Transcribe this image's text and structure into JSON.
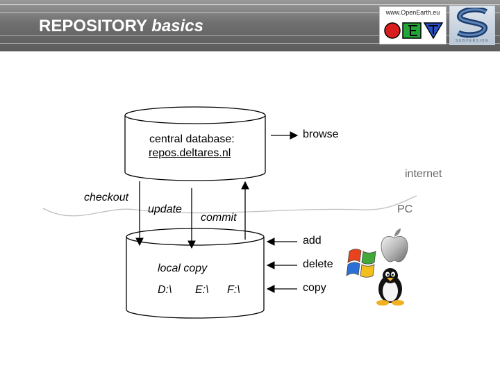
{
  "title": {
    "main": "REPOSITORY",
    "emph": "basics"
  },
  "logos": {
    "openearth_url": "www.OpenEarth.eu",
    "subversion_word": "SUBVERSION"
  },
  "server_db": {
    "line1": "central database:",
    "line2": "repos.deltares.nl"
  },
  "local_db": {
    "title": "local copy",
    "drives": [
      "D:\\",
      "E:\\",
      "F:\\"
    ]
  },
  "arrows": {
    "checkout": "checkout",
    "update": "update",
    "commit": "commit",
    "browse": "browse"
  },
  "zones": {
    "internet": "internet",
    "pc": "PC"
  },
  "actions": [
    "add",
    "delete",
    "copy"
  ],
  "os_icons": [
    "windows-icon",
    "apple-icon",
    "linux-penguin-icon"
  ]
}
